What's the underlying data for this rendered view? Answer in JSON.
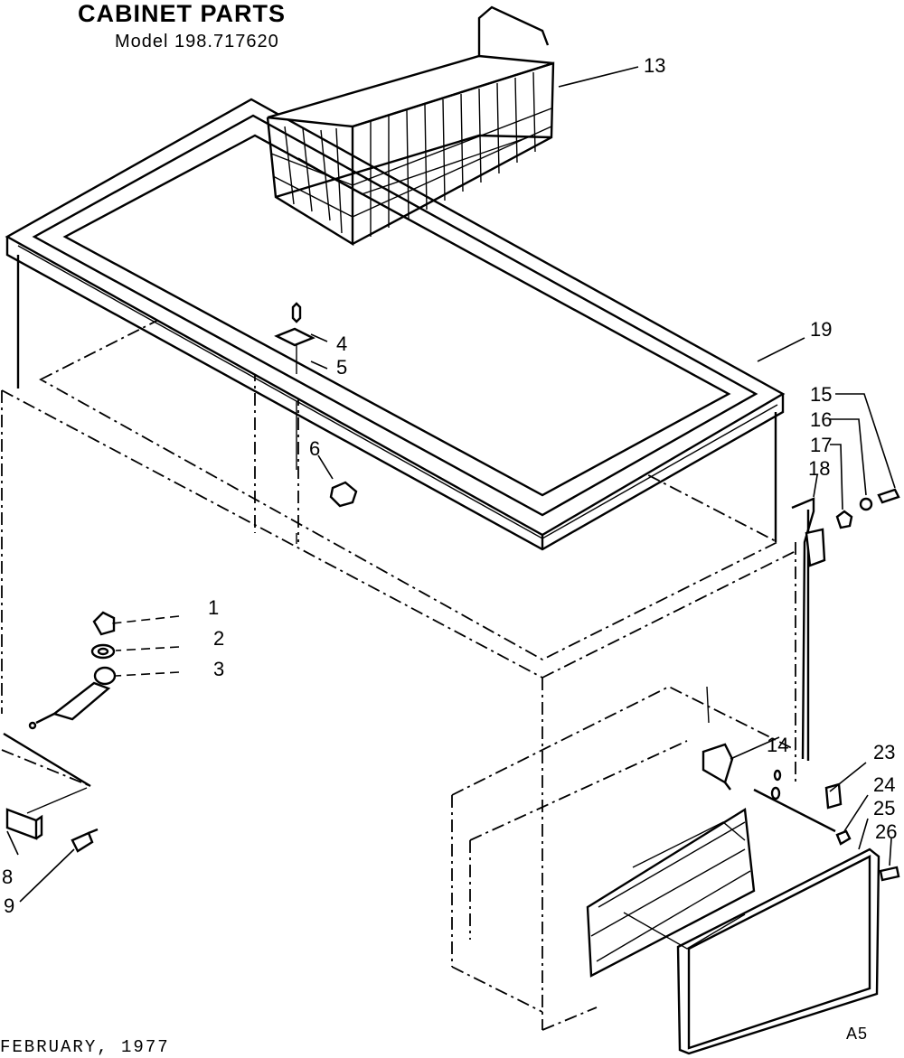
{
  "header": {
    "title": "CABINET PARTS",
    "model": "Model 198.717620"
  },
  "footer": {
    "date": "FEBRUARY, 1977",
    "code": "A5"
  },
  "callouts": {
    "c1": "1",
    "c2": "2",
    "c3": "3",
    "c4": "4",
    "c5": "5",
    "c6": "6",
    "c8": "8",
    "c9": "9",
    "c13": "13",
    "c14": "14",
    "c15": "15",
    "c16": "16",
    "c17": "17",
    "c18": "18",
    "c19": "19",
    "c23": "23",
    "c24": "24",
    "c25": "25",
    "c26": "26"
  }
}
